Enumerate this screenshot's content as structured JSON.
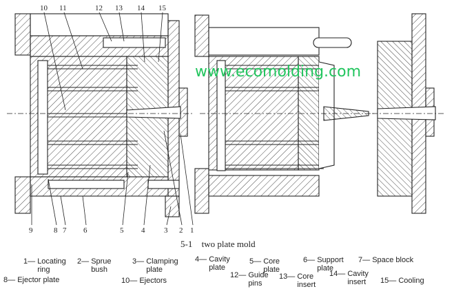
{
  "watermark": "www.ecomolding.com",
  "figure": {
    "caption_number": "5-1",
    "caption_text": "two plate mold",
    "callouts_top": [
      "10",
      "11",
      "12",
      "13",
      "14",
      "15"
    ],
    "callouts_bottom": [
      "9",
      "8",
      "7",
      "6",
      "5",
      "4",
      "3",
      "2",
      "1"
    ]
  },
  "legend": {
    "l1_num": "1",
    "l1_label": "Locating ring",
    "l2_num": "2",
    "l2_label": "Sprue bush",
    "l3_num": "3",
    "l3_label": "Clamping plate",
    "l4_num": "4",
    "l4_label": "Cavity plate",
    "l5_num": "5",
    "l5_label": "Core plate",
    "l6_num": "6",
    "l6_label": "Support plate",
    "l7_num": "7",
    "l7_label": "Space block",
    "l8_num": "8",
    "l8_label": "Ejector plate",
    "l10_num": "10",
    "l10_label": "Ejectors",
    "l12_num": "12",
    "l12_label": "Guide pins",
    "l13_num": "13",
    "l13_label": "Core insert",
    "l14_num": "14",
    "l14_label": "Cavity insert",
    "l15_num": "15",
    "l15_label": "Cooling"
  }
}
